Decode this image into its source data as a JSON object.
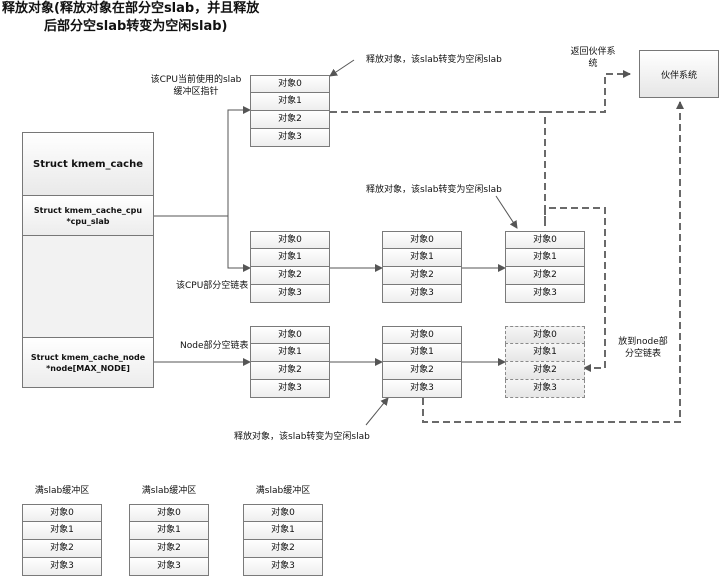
{
  "title": {
    "line1": "释放对象(释放对象在部分空slab，并且释放",
    "line2": "后部分空slab转变为空闲slab)"
  },
  "kmem_cache": {
    "header": "Struct kmem_cache",
    "cpu_slab": "Struct kmem_cache_cpu *cpu_slab",
    "node_line1": "Struct kmem_cache_node",
    "node_line2": "*node[MAX_NODE]"
  },
  "buddy_system": "伙伴系统",
  "labels": {
    "cpu_slab_ptr_1": "该CPU当前使用的slab",
    "cpu_slab_ptr_2": "缓冲区指针",
    "release_top": "释放对象，该slab转变为空闲slab",
    "return_buddy_1": "返回伙伴系",
    "return_buddy_2": "统",
    "release_mid": "释放对象，该slab转变为空闲slab",
    "cpu_partial": "该CPU部分空链表",
    "node_partial": "Node部分空链表",
    "put_node_1": "放到node部",
    "put_node_2": "分空链表",
    "release_bottom": "释放对象，该slab转变为空闲slab",
    "full_1": "满slab缓冲区",
    "full_2": "满slab缓冲区",
    "full_3": "满slab缓冲区"
  },
  "objects": [
    "对象0",
    "对象1",
    "对象2",
    "对象3"
  ],
  "arrow_color": "#555555"
}
